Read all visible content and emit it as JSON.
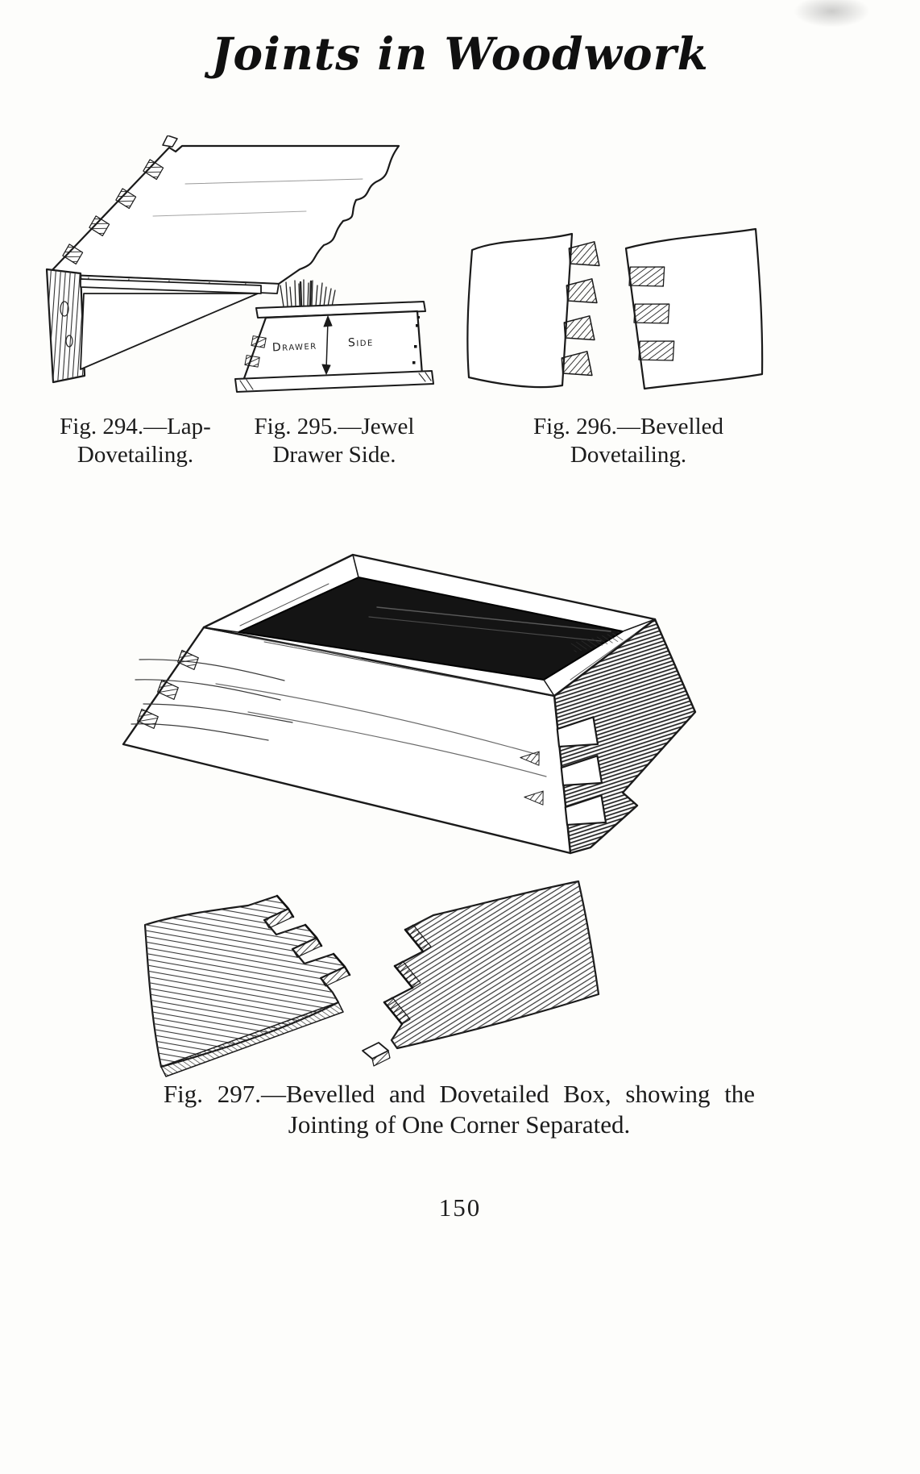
{
  "page": {
    "title": "Joints in Woodwork",
    "number": "150"
  },
  "figures": {
    "fig294": {
      "caption_line1": "Fig. 294.—Lap-",
      "caption_line2": "Dovetailing."
    },
    "fig295": {
      "caption_line1": "Fig. 295.—Jewel",
      "caption_line2": "Drawer Side.",
      "label_word1": "Drawer",
      "label_word2": "Side"
    },
    "fig296": {
      "caption_line1": "Fig. 296.—Bevelled",
      "caption_line2": "Dovetailing."
    },
    "fig297": {
      "caption_line1": "Fig. 297.—Bevelled and Dovetailed Box, showing the",
      "caption_line2": "Jointing of One Corner Separated."
    }
  }
}
